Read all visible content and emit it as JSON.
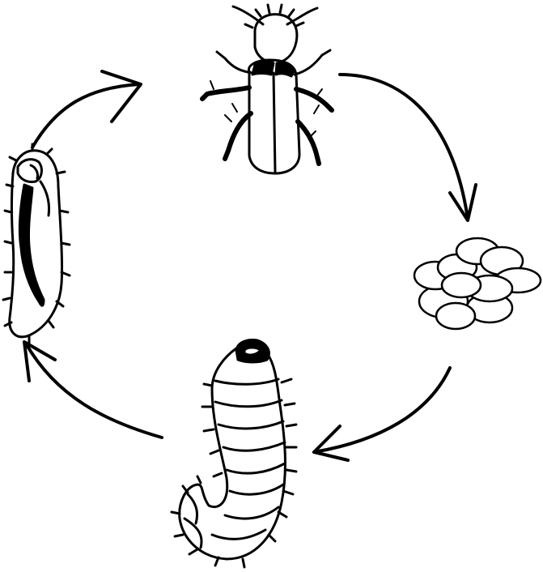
{
  "diagram": {
    "type": "life-cycle",
    "stages": [
      {
        "id": "adult",
        "icon": "beetle-adult-icon"
      },
      {
        "id": "eggs",
        "icon": "egg-cluster-icon"
      },
      {
        "id": "larva",
        "icon": "larva-grub-icon"
      },
      {
        "id": "pupa",
        "icon": "pupa-icon"
      }
    ],
    "flow": [
      "adult",
      "eggs",
      "larva",
      "pupa",
      "adult"
    ],
    "arrows": [
      {
        "from": "adult",
        "to": "eggs",
        "icon": "curved-arrow-icon"
      },
      {
        "from": "eggs",
        "to": "larva",
        "icon": "curved-arrow-icon"
      },
      {
        "from": "larva",
        "to": "pupa",
        "icon": "curved-arrow-icon"
      },
      {
        "from": "pupa",
        "to": "adult",
        "icon": "curved-arrow-icon"
      }
    ],
    "colors": {
      "ink": "#000000",
      "paper": "#ffffff"
    }
  }
}
